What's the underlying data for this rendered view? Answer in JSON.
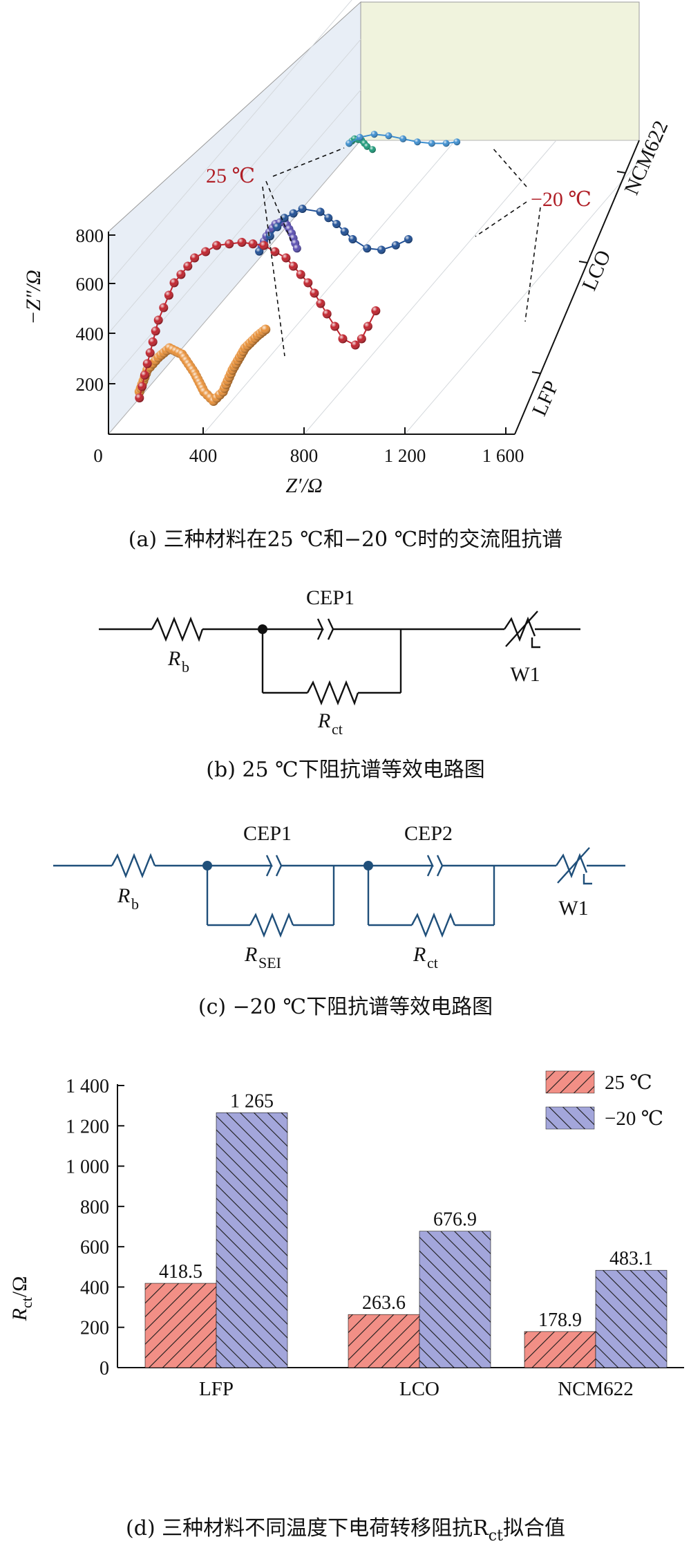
{
  "panel_a": {
    "caption": "(a) 三种材料在25 ℃和−20 ℃时的交流阻抗谱",
    "x_axis_label": "Z′/Ω",
    "y_axis_label": "−Z″/Ω",
    "z_axis_ticks": [
      "LFP",
      "LCO",
      "NCM622"
    ],
    "annotation_25": "25 ℃",
    "annotation_m20": "−20 ℃",
    "colors": {
      "LFP_25": "#e8913a",
      "LFP_m20": "#c0232d",
      "LCO_25": "#5a4fb0",
      "LCO_m20": "#1f4f95",
      "NCM_25": "#1e9a7a",
      "NCM_m20": "#3d8ecf",
      "wall_back": "#f0f3dd",
      "wall_side": "#e8eef6"
    }
  },
  "panel_b": {
    "caption": "(b) 25 ℃下阻抗谱等效电路图",
    "labels": {
      "rb": "R",
      "rb_sub": "b",
      "cep1": "CEP1",
      "rct": "R",
      "rct_sub": "ct",
      "w1": "W1"
    }
  },
  "panel_c": {
    "caption": "(c) −20 ℃下阻抗谱等效电路图",
    "labels": {
      "rb": "R",
      "rb_sub": "b",
      "cep1": "CEP1",
      "cep2": "CEP2",
      "rsei": "R",
      "rsei_sub": "SEI",
      "rct": "R",
      "rct_sub": "ct",
      "w1": "W1"
    }
  },
  "panel_d": {
    "caption": "(d) 三种材料不同温度下电荷转移阻抗R",
    "caption_sub": "ct",
    "caption_end": "拟合值",
    "ylabel": "R",
    "ylabel_sub": "ct",
    "ylabel_unit": "/Ω",
    "legend": [
      "25 ℃",
      "−20 ℃"
    ],
    "colors": {
      "c25": "#f28f86",
      "cm20": "#a3a6db"
    }
  },
  "chart_data": [
    {
      "type": "line",
      "title": "",
      "xlabel": "Z′/Ω",
      "ylabel": "−Z″/Ω",
      "zlabel": "",
      "x_ticks": [
        "0",
        "400",
        "800",
        "1 200",
        "1 600"
      ],
      "y_ticks": [
        "200",
        "400",
        "600",
        "800"
      ],
      "z_ticks": [
        "LFP",
        "LCO",
        "NCM622"
      ],
      "xlim": [
        0,
        1600
      ],
      "ylim": [
        0,
        800
      ],
      "series": [
        {
          "name": "",
          "material": "LFP",
          "temperature": "25 ℃",
          "x": [
            30,
            80,
            150,
            220,
            300,
            380,
            440,
            500,
            560,
            620,
            700,
            780,
            830
          ],
          "y": [
            90,
            160,
            200,
            230,
            210,
            150,
            90,
            60,
            90,
            160,
            230,
            270,
            290
          ]
        },
        {
          "name": "",
          "material": "LFP",
          "temperature": "−20 ℃",
          "x": [
            30,
            80,
            150,
            250,
            380,
            520,
            680,
            820,
            960,
            1100,
            1220,
            1320,
            1400,
            1440,
            1480,
            1530
          ],
          "y": [
            70,
            180,
            320,
            440,
            520,
            560,
            570,
            560,
            520,
            440,
            340,
            260,
            240,
            260,
            300,
            350
          ]
        },
        {
          "name": "",
          "material": "LCO",
          "temperature": "25 ℃",
          "x": [
            20,
            60,
            110,
            160,
            200,
            230
          ],
          "y": [
            60,
            110,
            150,
            160,
            120,
            70
          ]
        },
        {
          "name": "",
          "material": "LCO",
          "temperature": "−20 ℃",
          "x": [
            20,
            80,
            160,
            260,
            360,
            450,
            540,
            620,
            700,
            780,
            850
          ],
          "y": [
            60,
            110,
            170,
            200,
            190,
            150,
            100,
            70,
            65,
            80,
            100
          ]
        },
        {
          "name": "",
          "material": "NCM622",
          "temperature": "25 ℃",
          "x": [
            20,
            50,
            90,
            120,
            150
          ],
          "y": [
            40,
            55,
            50,
            30,
            20
          ]
        },
        {
          "name": "",
          "material": "NCM622",
          "temperature": "−20 ℃",
          "x": [
            20,
            80,
            160,
            240,
            320,
            400,
            480,
            560,
            620
          ],
          "y": [
            40,
            60,
            70,
            65,
            55,
            45,
            40,
            40,
            45
          ]
        }
      ]
    },
    {
      "type": "bar",
      "title": "",
      "xlabel": "",
      "ylabel": "Rct/Ω",
      "categories": [
        "LFP",
        "LCO",
        "NCM622"
      ],
      "ylim": [
        0,
        1400
      ],
      "y_ticks": [
        "0",
        "200",
        "400",
        "600",
        "800",
        "1 000",
        "1 200",
        "1 400"
      ],
      "legend_position": "top-right",
      "series": [
        {
          "name": "25 ℃",
          "values": [
            418.5,
            263.6,
            178.9
          ],
          "labels": [
            "418.5",
            "263.6",
            "178.9"
          ]
        },
        {
          "name": "−20 ℃",
          "values": [
            1265,
            676.9,
            483.1
          ],
          "labels": [
            "1 265",
            "676.9",
            "483.1"
          ]
        }
      ]
    }
  ]
}
